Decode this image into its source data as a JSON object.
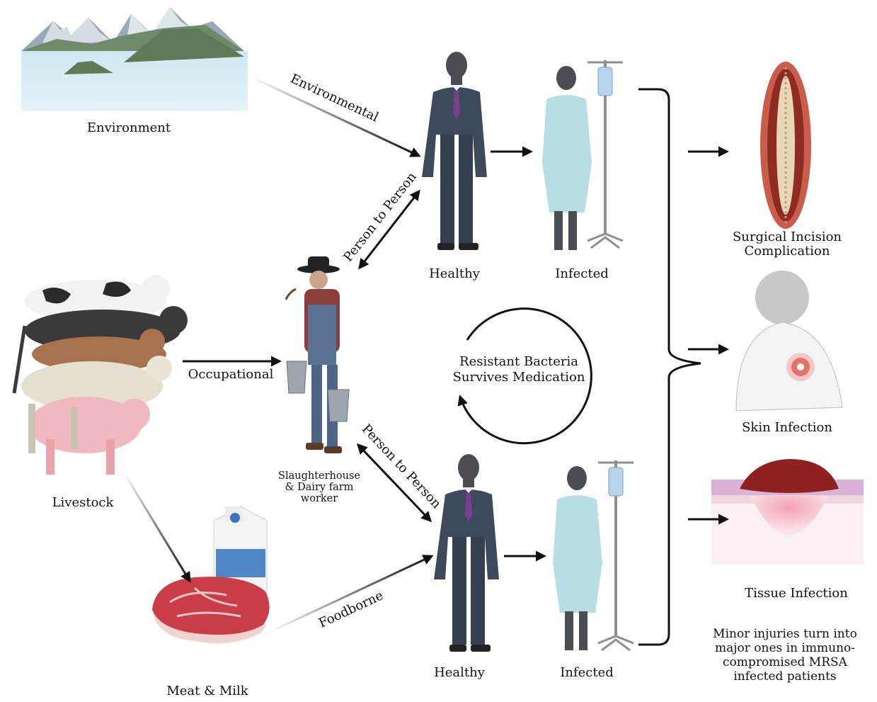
{
  "labels": {
    "environment": "Environment",
    "livestock": "Livestock",
    "meat_milk": "Meat & Milk",
    "worker": [
      "Slaughterhouse",
      "& Dairy farm",
      "worker"
    ],
    "healthy_top": "Healthy",
    "infected_top": "Infected",
    "healthy_bottom": "Healthy",
    "infected_bottom": "Infected",
    "resistant": [
      "Resistant Bacteria",
      "Survives Medication"
    ],
    "surgical": [
      "Surgical Incision",
      "Complication"
    ],
    "skin": "Skin Infection",
    "tissue": "Tissue Infection",
    "note": [
      "Minor injuries turn into",
      "major ones in immuno-",
      "compromised MRSA",
      "infected patients"
    ]
  },
  "routes": {
    "environmental": "Environmental",
    "person_to_person_top": "Person to Person",
    "occupational": "Occupational",
    "person_to_person_bottom": "Person to Person",
    "foodborne": "Foodborne"
  },
  "colors": {
    "suit": "#3d4a5c",
    "tie": "#7b3d8f",
    "gown": "#b7dfe3",
    "skin_dark": "#4a4d52",
    "arrow": "#111111",
    "wound": "#c9413a"
  }
}
